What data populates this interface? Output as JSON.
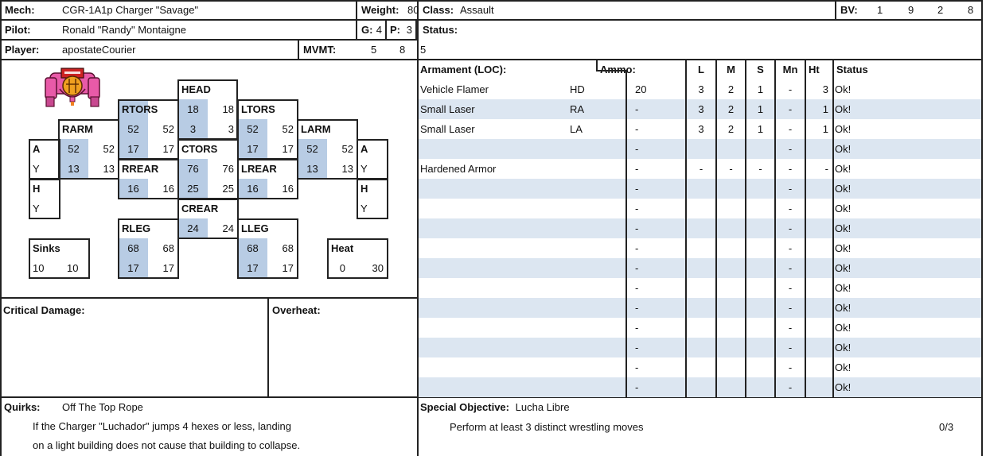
{
  "header": {
    "mech_label": "Mech:",
    "mech_value": "CGR-1A1p Charger \"Savage\"",
    "pilot_label": "Pilot:",
    "pilot_value": "Ronald \"Randy\" Montaigne",
    "player_label": "Player:",
    "player_value": "apostateCourier",
    "weight_label": "Weight:",
    "weight_value": "80",
    "gunnery_label": "G:",
    "gunnery_value": "4",
    "piloting_label": "P:",
    "piloting_value": "3",
    "mvmt_label": "MVMT:",
    "mvmt_walk": "5",
    "mvmt_run": "8",
    "mvmt_jump": "5",
    "class_label": "Class:",
    "class_value": "Assault",
    "status_label": "Status:",
    "status_value": "",
    "bv_label": "BV:",
    "bv_digits": [
      "1",
      "9",
      "2",
      "8"
    ]
  },
  "mech_image": {
    "icon": "pink-mech-sprite-icon",
    "colors": {
      "body": "#e85aa8",
      "cockpit": "#f0a020",
      "vent": "#cc2222"
    }
  },
  "armor": {
    "head": {
      "label": "HEAD",
      "armor": "18",
      "armor_max": "18",
      "internal": "3",
      "internal_max": "3"
    },
    "rtors": {
      "label": "RTORS",
      "armor": "52",
      "armor_max": "52",
      "internal": "17",
      "internal_max": "17"
    },
    "ltors": {
      "label": "LTORS",
      "armor": "52",
      "armor_max": "52",
      "internal": "17",
      "internal_max": "17"
    },
    "ctors": {
      "label": "CTORS",
      "armor": "76",
      "armor_max": "76",
      "internal": "25",
      "internal_max": "25"
    },
    "rarm": {
      "label": "RARM",
      "armor": "52",
      "armor_max": "52",
      "internal": "13",
      "internal_max": "13"
    },
    "larm": {
      "label": "LARM",
      "armor": "52",
      "armor_max": "52",
      "internal": "13",
      "internal_max": "13"
    },
    "rrear": {
      "label": "RREAR",
      "armor": "16",
      "armor_max": "16"
    },
    "lrear": {
      "label": "LREAR",
      "armor": "16",
      "armor_max": "16"
    },
    "crear": {
      "label": "CREAR",
      "armor": "24",
      "armor_max": "24"
    },
    "rleg": {
      "label": "RLEG",
      "armor": "68",
      "armor_max": "68",
      "internal": "17",
      "internal_max": "17"
    },
    "lleg": {
      "label": "LLEG",
      "armor": "68",
      "armor_max": "68",
      "internal": "17",
      "internal_max": "17"
    },
    "right_actuators": {
      "a": "A",
      "y1": "Y",
      "h": "H",
      "y2": "Y"
    },
    "left_actuators": {
      "a": "A",
      "y1": "Y",
      "h": "H",
      "y2": "Y"
    }
  },
  "sinks": {
    "label": "Sinks",
    "current": "10",
    "max": "10"
  },
  "heat": {
    "label": "Heat",
    "current": "0",
    "max": "30"
  },
  "critical_damage": {
    "label": "Critical Damage:",
    "value": ""
  },
  "overheat": {
    "label": "Overheat:",
    "value": ""
  },
  "quirks": {
    "label": "Quirks:",
    "name": "Off The Top Rope",
    "line1": "If the Charger \"Luchador\" jumps 4 hexes or less, landing",
    "line2": "on a light building does not cause that building to collapse."
  },
  "special_objective": {
    "label": "Special Objective:",
    "name": "Lucha Libre",
    "description": "Perform at least 3 distinct wrestling moves",
    "progress": "0/3"
  },
  "armament": {
    "headers": {
      "name": "Armament (LOC):",
      "ammo": "Ammo:",
      "l": "L",
      "m": "M",
      "s": "S",
      "mn": "Mn",
      "ht": "Ht",
      "status": "Status"
    },
    "row_colors": {
      "even": "#ffffff",
      "odd": "#dce6f1"
    },
    "rows": [
      {
        "name": "Vehicle Flamer",
        "loc": "HD",
        "ammo": "20",
        "l": "3",
        "m": "2",
        "s": "1",
        "mn": "-",
        "ht": "3",
        "status": "Ok!"
      },
      {
        "name": "Small Laser",
        "loc": "RA",
        "ammo": "-",
        "l": "3",
        "m": "2",
        "s": "1",
        "mn": "-",
        "ht": "1",
        "status": "Ok!"
      },
      {
        "name": "Small Laser",
        "loc": "LA",
        "ammo": "-",
        "l": "3",
        "m": "2",
        "s": "1",
        "mn": "-",
        "ht": "1",
        "status": "Ok!"
      },
      {
        "name": "",
        "loc": "",
        "ammo": "-",
        "l": "",
        "m": "",
        "s": "",
        "mn": "-",
        "ht": "",
        "status": "Ok!"
      },
      {
        "name": "Hardened Armor",
        "loc": "",
        "ammo": "-",
        "l": "-",
        "m": "-",
        "s": "-",
        "mn": "-",
        "ht": "-",
        "status": "Ok!"
      },
      {
        "name": "",
        "loc": "",
        "ammo": "-",
        "l": "",
        "m": "",
        "s": "",
        "mn": "-",
        "ht": "",
        "status": "Ok!"
      },
      {
        "name": "",
        "loc": "",
        "ammo": "-",
        "l": "",
        "m": "",
        "s": "",
        "mn": "-",
        "ht": "",
        "status": "Ok!"
      },
      {
        "name": "",
        "loc": "",
        "ammo": "-",
        "l": "",
        "m": "",
        "s": "",
        "mn": "-",
        "ht": "",
        "status": "Ok!"
      },
      {
        "name": "",
        "loc": "",
        "ammo": "-",
        "l": "",
        "m": "",
        "s": "",
        "mn": "-",
        "ht": "",
        "status": "Ok!"
      },
      {
        "name": "",
        "loc": "",
        "ammo": "-",
        "l": "",
        "m": "",
        "s": "",
        "mn": "-",
        "ht": "",
        "status": "Ok!"
      },
      {
        "name": "",
        "loc": "",
        "ammo": "-",
        "l": "",
        "m": "",
        "s": "",
        "mn": "-",
        "ht": "",
        "status": "Ok!"
      },
      {
        "name": "",
        "loc": "",
        "ammo": "-",
        "l": "",
        "m": "",
        "s": "",
        "mn": "-",
        "ht": "",
        "status": "Ok!"
      },
      {
        "name": "",
        "loc": "",
        "ammo": "-",
        "l": "",
        "m": "",
        "s": "",
        "mn": "-",
        "ht": "",
        "status": "Ok!"
      },
      {
        "name": "",
        "loc": "",
        "ammo": "-",
        "l": "",
        "m": "",
        "s": "",
        "mn": "-",
        "ht": "",
        "status": "Ok!"
      },
      {
        "name": "",
        "loc": "",
        "ammo": "-",
        "l": "",
        "m": "",
        "s": "",
        "mn": "-",
        "ht": "",
        "status": "Ok!"
      },
      {
        "name": "",
        "loc": "",
        "ammo": "-",
        "l": "",
        "m": "",
        "s": "",
        "mn": "-",
        "ht": "",
        "status": "Ok!"
      }
    ]
  }
}
